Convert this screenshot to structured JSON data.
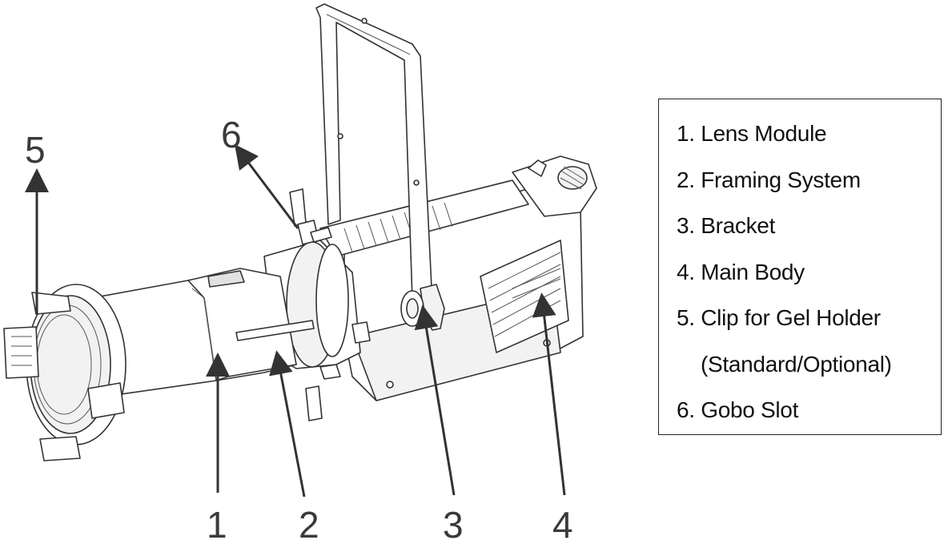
{
  "callouts": {
    "c1": "1",
    "c2": "2",
    "c3": "3",
    "c4": "4",
    "c5": "5",
    "c6": "6"
  },
  "legend": {
    "items": [
      "1. Lens Module",
      "2. Framing System",
      "3. Bracket",
      "4. Main Body",
      "5. Clip for Gel Holder",
      "(Standard/Optional)",
      "6. Gobo Slot"
    ]
  },
  "colors": {
    "line": "#333333",
    "arrow": "#333333",
    "background": "#ffffff"
  }
}
